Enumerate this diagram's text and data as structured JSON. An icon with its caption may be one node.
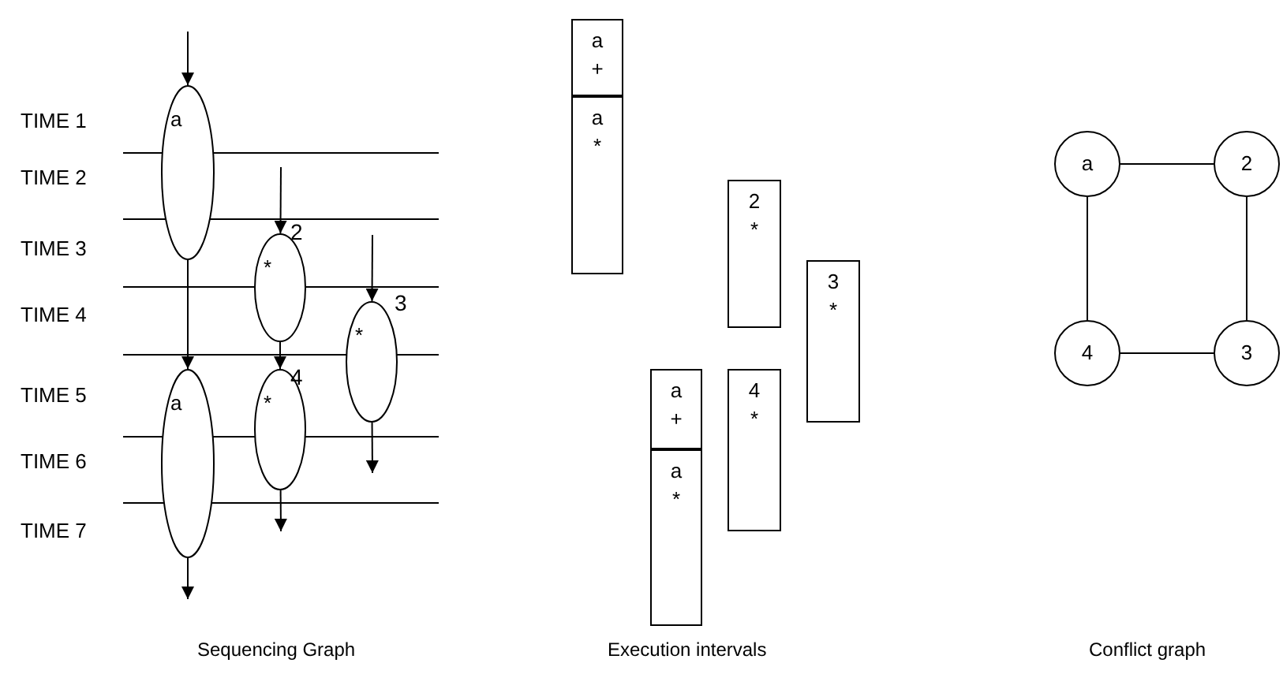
{
  "diagram": {
    "nodes": [
      {
        "text": [
          "a"
        ]
      },
      {
        "text": [
          "*"
        ],
        "beside": [
          "2"
        ]
      },
      {
        "text": [
          "*"
        ],
        "beside": [
          "3"
        ]
      },
      {
        "text": [
          "a"
        ]
      },
      {
        "text": [
          "*"
        ],
        "beside": [
          "4"
        ]
      },
      {
        "text": [
          "a",
          "+"
        ]
      },
      {
        "text": [
          "a",
          "*"
        ]
      },
      {
        "text": [
          "2",
          "*"
        ]
      },
      {
        "text": [
          "3",
          "*"
        ]
      },
      {
        "text": [
          "a",
          "+"
        ]
      },
      {
        "text": [
          "a",
          "*"
        ]
      },
      {
        "text": [
          "4",
          "*"
        ]
      },
      {
        "text": [
          "a"
        ]
      },
      {
        "text": [
          "2"
        ]
      },
      {
        "text": [
          "4"
        ]
      },
      {
        "text": [
          "3"
        ]
      }
    ],
    "edges": [
      {
        "from": null,
        "to": 0,
        "arrow": "to"
      },
      {
        "from": 0,
        "to": 3,
        "arrow": "to"
      },
      {
        "from": null,
        "to": 1,
        "arrow": "to"
      },
      {
        "from": 1,
        "to": 4,
        "arrow": "to"
      },
      {
        "from": null,
        "to": 2,
        "arrow": "to"
      },
      {
        "from": 3,
        "to": null,
        "arrow": "to"
      },
      {
        "from": 4,
        "to": null,
        "arrow": "to"
      },
      {
        "from": 2,
        "to": null,
        "arrow": "to"
      },
      {
        "from": 12,
        "to": 13,
        "arrow": "none"
      },
      {
        "from": 12,
        "to": 14,
        "arrow": "none"
      },
      {
        "from": 13,
        "to": 15,
        "arrow": "none"
      },
      {
        "from": 14,
        "to": 15,
        "arrow": "none"
      }
    ],
    "labels": [
      "TIME 1",
      "TIME 2",
      "TIME 3",
      "TIME 4",
      "TIME 5",
      "TIME 6",
      "TIME 7",
      "Sequencing Graph",
      "Execution intervals",
      "Conflict graph"
    ]
  }
}
